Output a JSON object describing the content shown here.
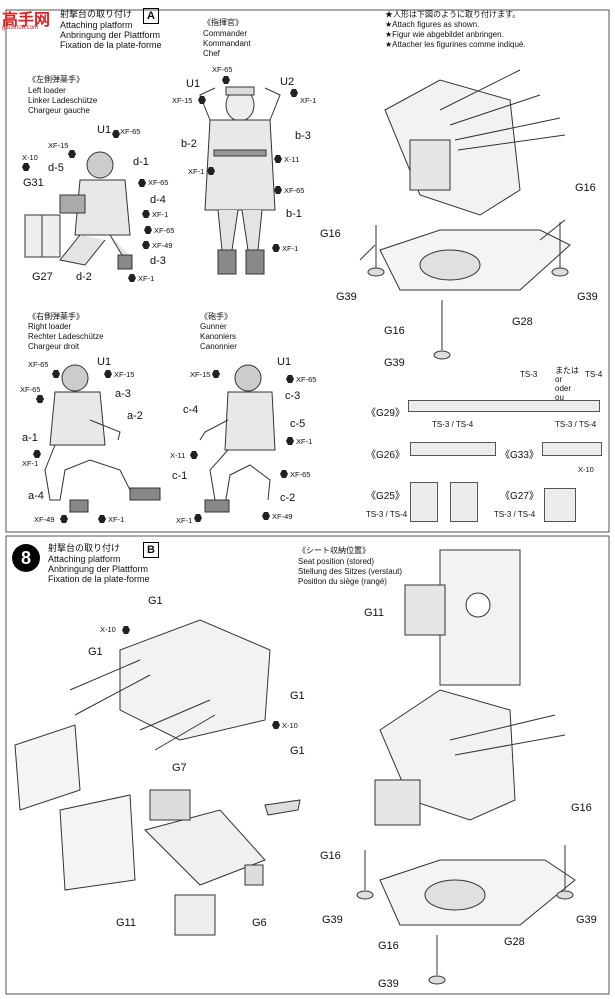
{
  "logo": {
    "text": "高手网",
    "sub": "gaoshou.com"
  },
  "step_a": {
    "title_jp": "射撃台の取り付け",
    "badge": "A",
    "title_en": "Attaching platform",
    "title_de": "Anbringung der Plattform",
    "title_fr": "Fixation de la plate-forme",
    "notes": [
      "★人形は下図のように取り付けます。",
      "★Attach figures as shown.",
      "★Figur wie abgebildet anbringen.",
      "★Attacher les figurines comme indiqué."
    ]
  },
  "commander": {
    "jp": "《指揮官》",
    "en": "Commander",
    "de": "Kommandant",
    "fr": "Chef",
    "labels": {
      "u1": "U1",
      "u2": "U2",
      "b2": "b-2",
      "b3": "b-3",
      "b1": "b-1"
    },
    "colors": {
      "xf65": "XF-65",
      "xf15": "XF-15",
      "xf1a": "XF-1",
      "xf1b": "XF-1",
      "x11": "X-11",
      "xf65b": "XF-65",
      "xf1c": "XF-1"
    }
  },
  "left_loader": {
    "jp": "《左側弾薬手》",
    "en": "Left loader",
    "de": "Linker Ladeschütze",
    "fr": "Chargeur gauche",
    "labels": {
      "u1": "U1",
      "d5": "d-5",
      "d1": "d-1",
      "g31": "G31",
      "d4": "d-4",
      "d3": "d-3",
      "d2": "d-2",
      "g27": "G27"
    },
    "colors": {
      "xf65": "XF-65",
      "xf15": "XF-15",
      "x10": "X-10",
      "xf65b": "XF-65",
      "xf1a": "XF-1",
      "xf65c": "XF-65",
      "xf49": "XF-49",
      "xf1b": "XF-1"
    }
  },
  "right_loader": {
    "jp": "《右側弾薬手》",
    "en": "Right loader",
    "de": "Rechter Ladeschütze",
    "fr": "Chargeur droit",
    "labels": {
      "u1": "U1",
      "a3": "a-3",
      "a2": "a-2",
      "a1": "a-1",
      "a4": "a-4"
    },
    "colors": {
      "xf65": "XF-65",
      "xf15": "XF-15",
      "xf65b": "XF-65",
      "xf1a": "XF-1",
      "xf49": "XF-49",
      "xf1b": "XF-1"
    }
  },
  "gunner": {
    "jp": "《砲手》",
    "en": "Gunner",
    "de": "Kanoniers",
    "fr": "Canonnier",
    "labels": {
      "u1": "U1",
      "c3": "c-3",
      "c4": "c-4",
      "c5": "c-5",
      "c1": "c-1",
      "c2": "c-2"
    },
    "colors": {
      "xf15": "XF-15",
      "xf65": "XF-65",
      "x11": "X-11",
      "xf1a": "XF-1",
      "xf65b": "XF-65",
      "xf1b": "XF-1",
      "xf49": "XF-49"
    }
  },
  "assembly_a": {
    "g16a": "G16",
    "g16b": "G16",
    "g16c": "G16",
    "g39a": "G39",
    "g39b": "G39",
    "g39c": "G39",
    "g28": "G28"
  },
  "seats": {
    "g29": "《G29》",
    "g26": "《G26》",
    "g33": "《G33》",
    "g25": "《G25》",
    "g27": "《G27》",
    "ts3": "TS-3",
    "or_jp": "または",
    "or_de": "oder",
    "or_en": "or",
    "or_fr": "ou",
    "ts4": "TS-4",
    "ts34a": "TS-3 / TS-4",
    "ts34b": "TS-3 / TS-4",
    "ts34c": "TS-3 / TS-4",
    "ts34d": "TS-3 / TS-4",
    "x10": "X-10"
  },
  "step_8": {
    "number": "8",
    "badge": "B",
    "title_jp": "射撃台の取り付け",
    "title_en": "Attaching platform",
    "title_de": "Anbringung der Plattform",
    "title_fr": "Fixation de la plate-forme",
    "seat_jp": "《シート収納位置》",
    "seat_en": "Seat position (stored)",
    "seat_de": "Stellung des Sitzes (verstaut)",
    "seat_fr": "Position du siège (rangé)",
    "g11a": "G11",
    "g1a": "G1",
    "g1b": "G1",
    "g1c": "G1",
    "g1d": "G1",
    "x10a": "X-10",
    "x10b": "X-10",
    "g7": "G7",
    "g11b": "G11",
    "g6": "G6",
    "g16a": "G16",
    "g16b": "G16",
    "g16c": "G16",
    "g39a": "G39",
    "g39b": "G39",
    "g39c": "G39",
    "g28": "G28"
  }
}
